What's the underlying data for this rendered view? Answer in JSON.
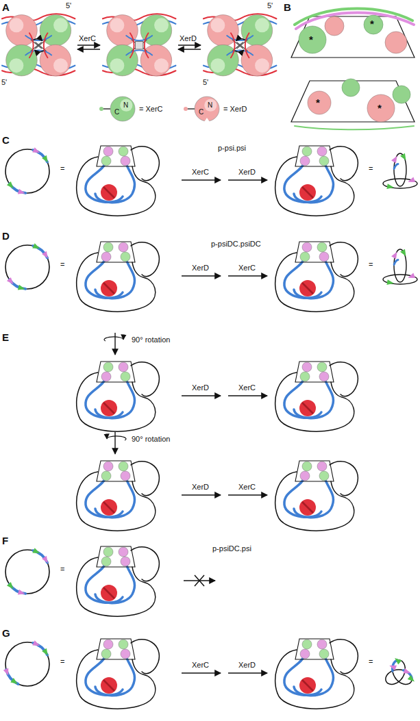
{
  "diagram": {
    "nodes": [
      {
        "text": [
          "C",
          "N"
        ]
      },
      {
        "text": [
          "C",
          "N"
        ]
      }
    ],
    "labels": [
      "A",
      "5'",
      "5'",
      "XerC",
      "XerD",
      "5'",
      "5'",
      "= XerC",
      "= XerD",
      "B",
      "*",
      "*",
      "*",
      "*",
      "C",
      "=",
      "p-psi.psi",
      "XerC",
      "XerD",
      "=",
      "D",
      "=",
      "p-psiDC.psiDC",
      "XerD",
      "XerC",
      "=",
      "E",
      "90° rotation",
      "XerD",
      "XerC",
      "90° rotation",
      "XerD",
      "XerC",
      "F",
      "=",
      "p-psiDC.psi",
      "G",
      "=",
      "XerC",
      "XerD",
      "="
    ]
  }
}
